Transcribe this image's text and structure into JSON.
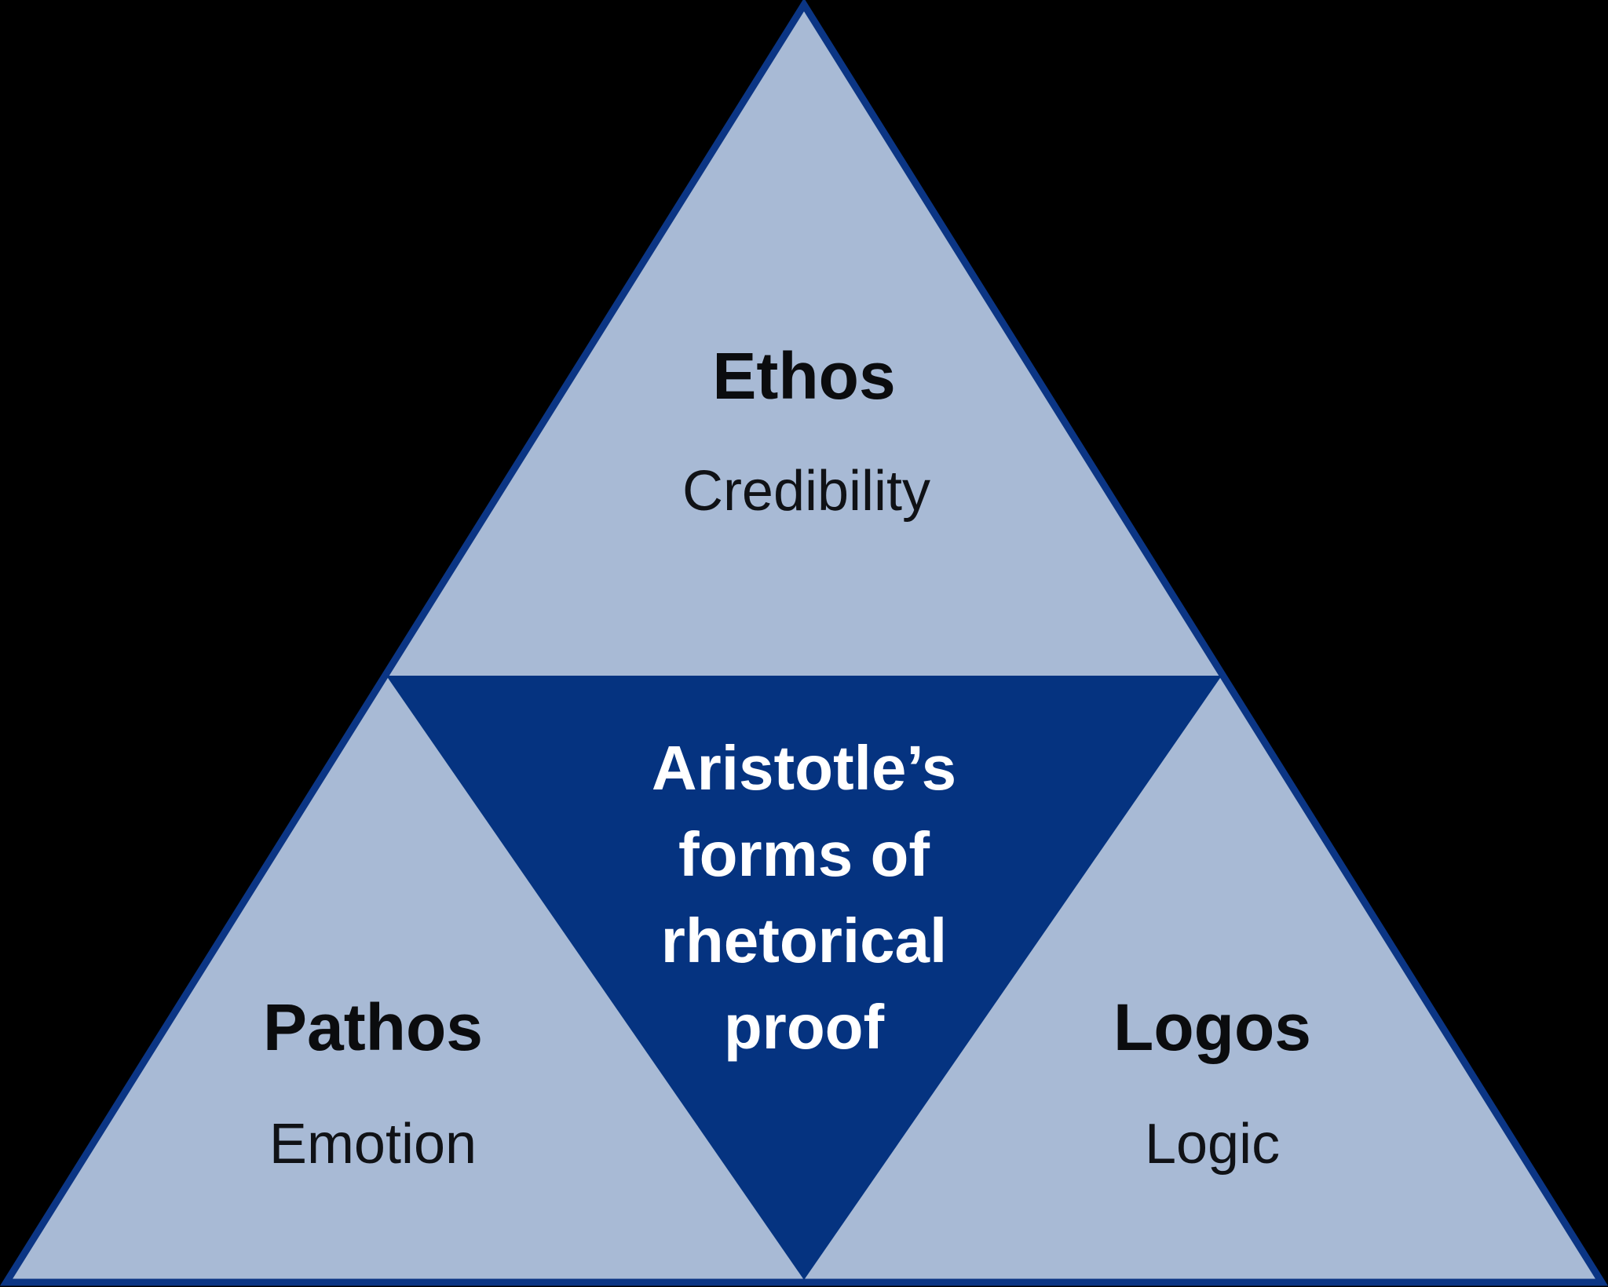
{
  "diagram": {
    "title": "Aristotle's forms of rhetorical proof",
    "center": {
      "lines": [
        "Aristotle’s",
        "forms of",
        "rhetorical",
        "proof"
      ]
    },
    "sections": [
      {
        "name": "Ethos",
        "descriptor": "Credibility",
        "position": "top"
      },
      {
        "name": "Pathos",
        "descriptor": "Emotion",
        "position": "bottom-left"
      },
      {
        "name": "Logos",
        "descriptor": "Logic",
        "position": "bottom-right"
      }
    ],
    "colors": {
      "background": "#000000",
      "triangle_fill": "#a8bad5",
      "triangle_border": "#0b3584",
      "center_triangle_fill": "#053380",
      "section_text": "#0b0c0e",
      "center_text": "#ffffff"
    }
  }
}
